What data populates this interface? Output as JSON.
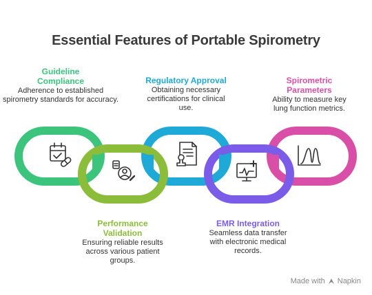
{
  "title": "Essential Features of Portable Spirometry",
  "features": [
    {
      "heading_line1": "Guideline",
      "heading_line2": "Compliance",
      "description": "Adherence to established spirometry standards for accuracy.",
      "icon": "calendar-pill-icon",
      "color": "#3cc47c"
    },
    {
      "heading_line1": "Performance",
      "heading_line2": "Validation",
      "description": "Ensuring reliable results across various patient groups.",
      "icon": "patient-validation-icon",
      "color": "#8bbd3b"
    },
    {
      "heading_line1": "Regulatory Approval",
      "heading_line2": "",
      "description": "Obtaining necessary certifications for clinical use.",
      "icon": "certificate-stamp-icon",
      "color": "#1fa9d6"
    },
    {
      "heading_line1": "EMR Integration",
      "heading_line2": "",
      "description": "Seamless data transfer with electronic medical records.",
      "icon": "medical-monitor-icon",
      "color": "#7a5ce8"
    },
    {
      "heading_line1": "Spirometric",
      "heading_line2": "Parameters",
      "description": "Ability to measure key lung function metrics.",
      "icon": "lung-curve-icon",
      "color": "#d94fa8"
    }
  ],
  "footer": {
    "made_with": "Made with",
    "brand": "Napkin"
  }
}
